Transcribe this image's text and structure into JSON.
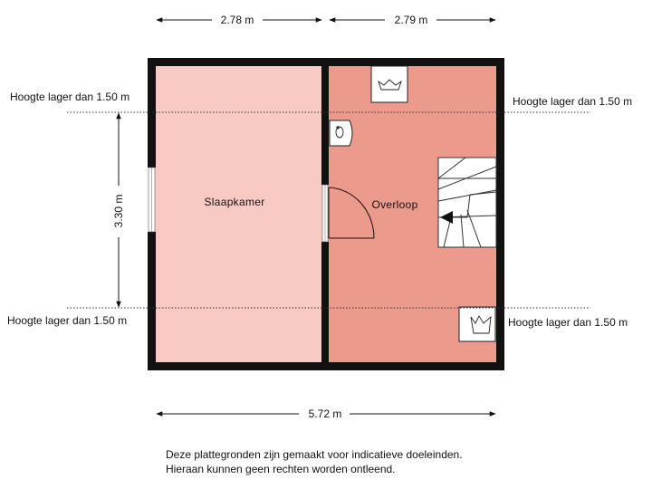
{
  "dimensions": {
    "top_left": "2.78 m",
    "top_right": "2.79 m",
    "left_vertical": "3.30 m",
    "bottom_total": "5.72 m"
  },
  "height_notes": {
    "top_left": "Hoogte lager dan 1.50 m",
    "top_right": "Hoogte lager dan 1.50 m",
    "bottom_left": "Hoogte lager dan 1.50 m",
    "bottom_right": "Hoogte lager dan 1.50 m"
  },
  "rooms": {
    "left": "Slaapkamer",
    "right": "Overloop"
  },
  "colors": {
    "wall": "#111111",
    "left_room": "#f9c9c4",
    "right_room": "#ec9a8c",
    "stairs": "#ffffff"
  },
  "disclaimer": {
    "line1": "Deze plattegronden zijn gemaakt voor indicatieve doeleinden.",
    "line2": "Hieraan kunnen geen rechten worden ontleend."
  }
}
